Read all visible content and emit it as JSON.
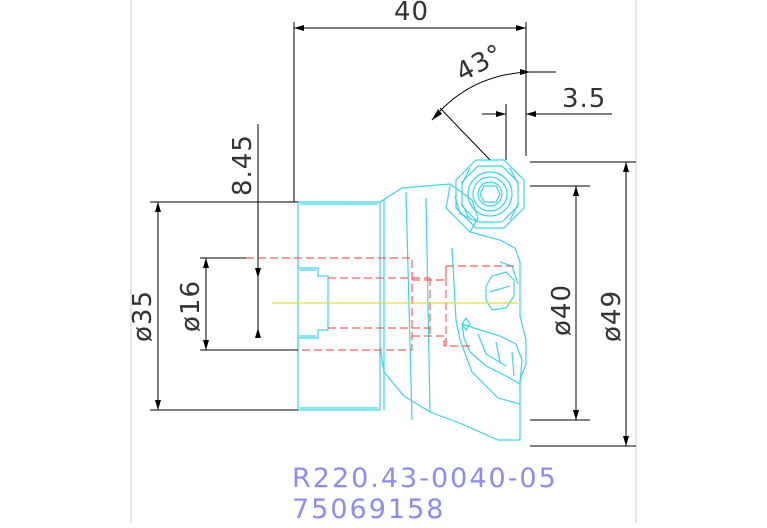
{
  "drawing": {
    "dimensions": {
      "overall_length": "40",
      "angle": "43°",
      "offset": "3.5",
      "axial": "8.45",
      "dia_shank": "ø35",
      "dia_bore": "ø16",
      "dia_cut": "ø40",
      "dia_max": "ø49"
    },
    "part_number": "R220.43-0040-05",
    "catalog_number": "75069158",
    "colors": {
      "geometry": "#39d6e8",
      "hidden_lines": "#ff3b3b",
      "centerline": "#e8e800",
      "dimensions": "#000000",
      "caption": "#8c8cf0",
      "frame": "#ffffff"
    }
  }
}
